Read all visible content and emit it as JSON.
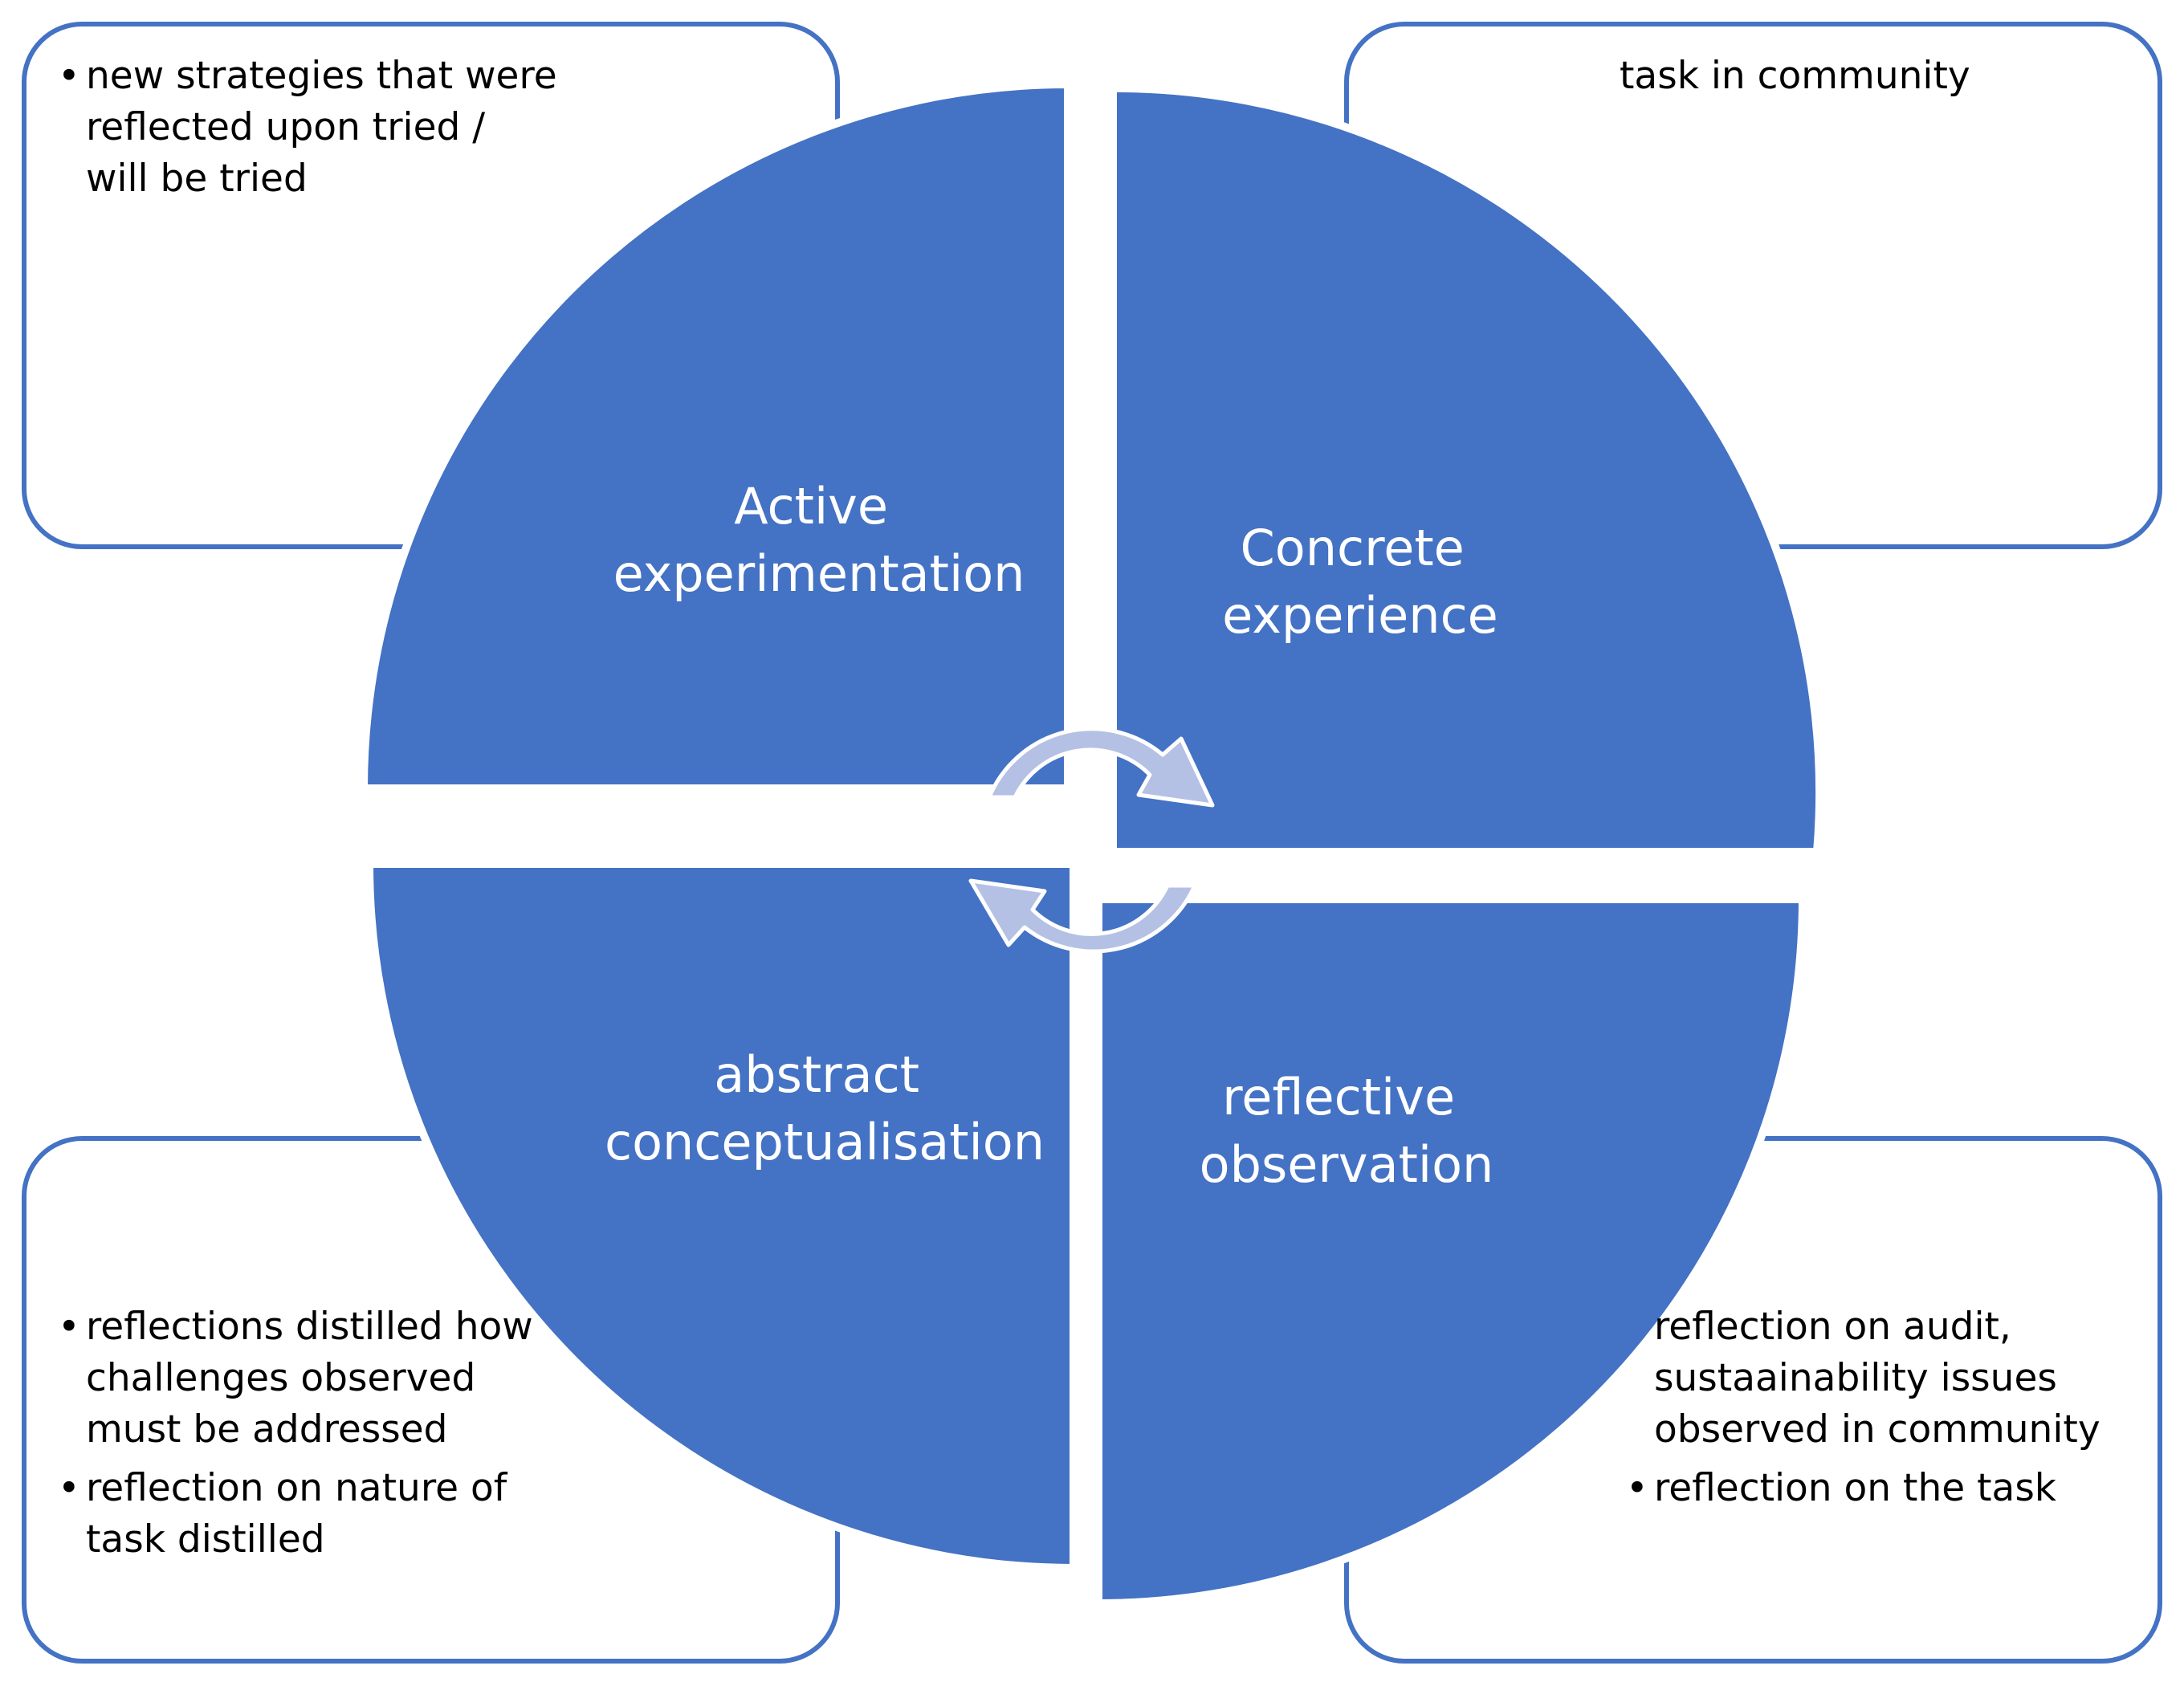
{
  "colors": {
    "quadrant_fill": "#4472C4",
    "box_border": "#4472C4",
    "cycle_arrow_fill": "#B4C0E4",
    "cycle_arrow_stroke": "#FFFFFF",
    "box_text": "#000000",
    "quadrant_text": "#FFFFFF"
  },
  "quadrants": {
    "top_left": {
      "line1": "Active",
      "line2": "experimentation"
    },
    "top_right": {
      "line1": "Concrete",
      "line2": "experience"
    },
    "bottom_left": {
      "line1": "abstract",
      "line2": "conceptualisation"
    },
    "bottom_right": {
      "line1": "reflective",
      "line2": "observation"
    }
  },
  "boxes": {
    "top_left": {
      "bullet": "•",
      "lines": [
        "new strategies that were",
        "reflected upon tried /",
        "will be tried"
      ]
    },
    "top_right": {
      "lines": [
        "task in community"
      ]
    },
    "bottom_left": {
      "bullet": "•",
      "item1_lines": [
        "reflections distilled how",
        "challenges observed",
        "must be addressed"
      ],
      "item2_lines": [
        "reflection on nature of",
        "task distilled"
      ]
    },
    "bottom_right": {
      "bullet": "•",
      "item1_lines": [
        "reflection on audit,",
        "sustaainability issues",
        "observed in community"
      ],
      "item2_lines": [
        "reflection on the task"
      ]
    }
  },
  "center_icon": "circular-arrows-cycle-icon"
}
